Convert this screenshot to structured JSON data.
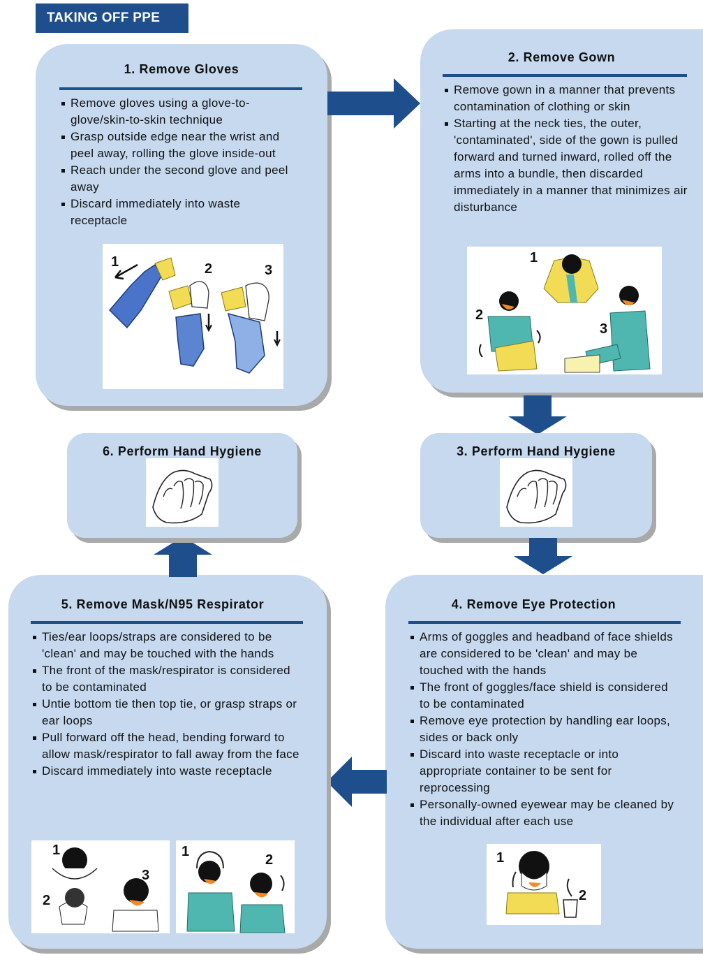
{
  "header": {
    "title": "TAKING OFF PPE"
  },
  "steps": [
    {
      "title": "1.  Remove Gloves",
      "items": [
        "Remove gloves using a glove-to-glove/skin-to-skin technique",
        "Grasp outside edge near the wrist and peel away, rolling the glove inside-out",
        "Reach under the second glove and peel away",
        "Discard immediately into waste receptacle"
      ],
      "figure_labels": [
        "1",
        "2",
        "3"
      ]
    },
    {
      "title": "2.  Remove Gown",
      "items": [
        "Remove gown in a manner that prevents contamination of clothing or skin",
        "Starting at the neck ties, the outer, 'contaminated', side of the gown is pulled forward and turned inward, rolled off the arms into a bundle, then discarded immediately in a manner that minimizes air disturbance"
      ],
      "figure_labels": [
        "1",
        "2",
        "3"
      ]
    },
    {
      "title": "3.  Perform Hand Hygiene"
    },
    {
      "title": "4.  Remove Eye Protection",
      "items": [
        "Arms of goggles and headband of face shields are considered to be 'clean' and may be touched with the hands",
        "The front of goggles/face shield is considered to be contaminated",
        "Remove eye protection by handling ear loops, sides or back only",
        "Discard into waste receptacle or into appropriate container to be sent for reprocessing",
        "Personally-owned eyewear may be cleaned by the individual after each use"
      ],
      "figure_labels": [
        "1",
        "2"
      ]
    },
    {
      "title": "5.  Remove Mask/N95 Respirator",
      "items": [
        "Ties/ear loops/straps are considered to be 'clean' and may be touched with the hands",
        "The front of the mask/respirator is considered to be contaminated",
        "Untie bottom tie then top tie, or grasp straps or ear loops",
        "Pull forward off the head, bending forward to allow mask/respirator to fall away from the face",
        "Discard immediately into waste receptacle"
      ],
      "figure_labels_a": [
        "1",
        "2",
        "3"
      ],
      "figure_labels_b": [
        "1",
        "2"
      ]
    },
    {
      "title": "6.  Perform Hand Hygiene"
    }
  ],
  "colors": {
    "card": "#c6d9ef",
    "accent": "#1f4e8c",
    "shadow": "#a9a9a9"
  },
  "icons": [
    "flow-arrow-icon",
    "hand-hygiene-icon",
    "glove-removal-illustration",
    "gown-removal-illustration",
    "eye-protection-removal-illustration",
    "mask-removal-illustration"
  ]
}
